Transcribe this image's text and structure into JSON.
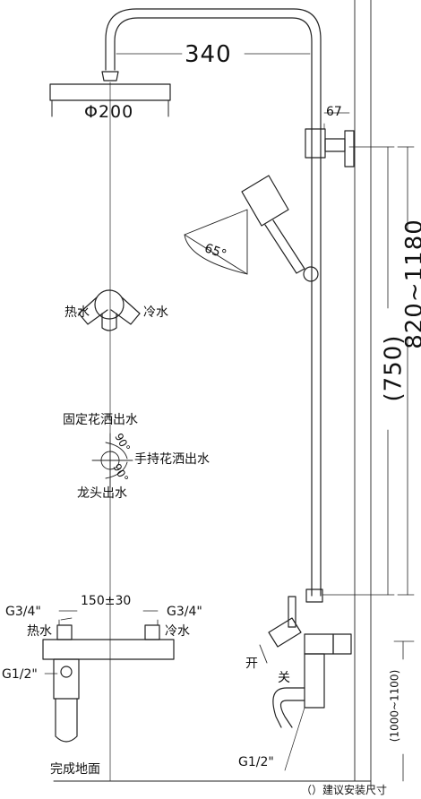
{
  "dimensions": {
    "width_340": "340",
    "head_dia": "Φ200",
    "offset_67": "67",
    "height_range": "820~1180",
    "height_750": "(750)",
    "spacing": "150±30",
    "mixer_height": "(1000~1100)",
    "angle_65": "65°",
    "angle_90_top": "90°",
    "angle_90_bottom": "90°"
  },
  "labels": {
    "hot_water_1": "热水",
    "cold_water_1": "冷水",
    "fixed_shower": "固定花洒出水",
    "hand_shower": "手持花洒出水",
    "tap_outlet": "龙头出水",
    "inlet_left": "G3/4\"",
    "inlet_right": "G3/4\"",
    "hot_water_2": "热水",
    "cold_water_2": "冷水",
    "outlet_left": "G1/2\"",
    "outlet_right": "G1/2\"",
    "on": "开",
    "off": "关",
    "floor": "完成地面",
    "note": "（）建议安装尺寸"
  }
}
